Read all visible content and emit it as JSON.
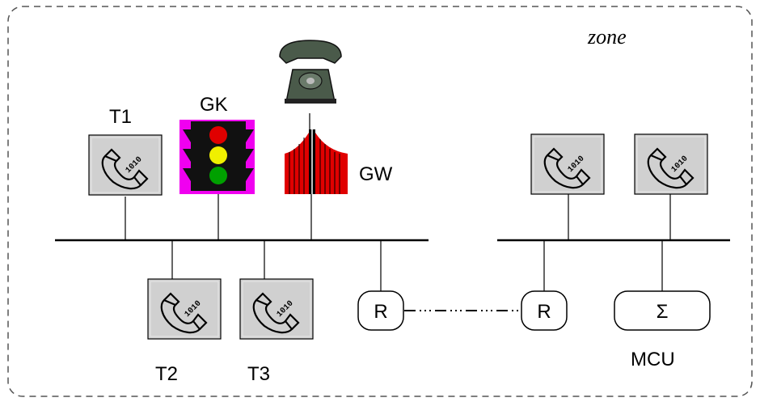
{
  "zone_label": "zone",
  "labels": {
    "t1": "T1",
    "t2": "T2",
    "t3": "T3",
    "gk": "GK",
    "gw": "GW",
    "mcu": "MCU",
    "router_left": "R",
    "router_right": "R",
    "mcu_symbol": "Σ"
  },
  "colors": {
    "zone_border": "#555555",
    "terminal_fill": "#d0d0d0",
    "gk_background": "#f000f0",
    "traffic_red": "#e00000",
    "traffic_yellow": "#f0f000",
    "traffic_green": "#00a000",
    "gw_red": "#e00000",
    "telephone": "#4a5a4a"
  },
  "icons": [
    "telephone-icon",
    "terminal-icon",
    "traffic-light-icon",
    "gateway-icon",
    "router-icon",
    "mcu-icon"
  ]
}
